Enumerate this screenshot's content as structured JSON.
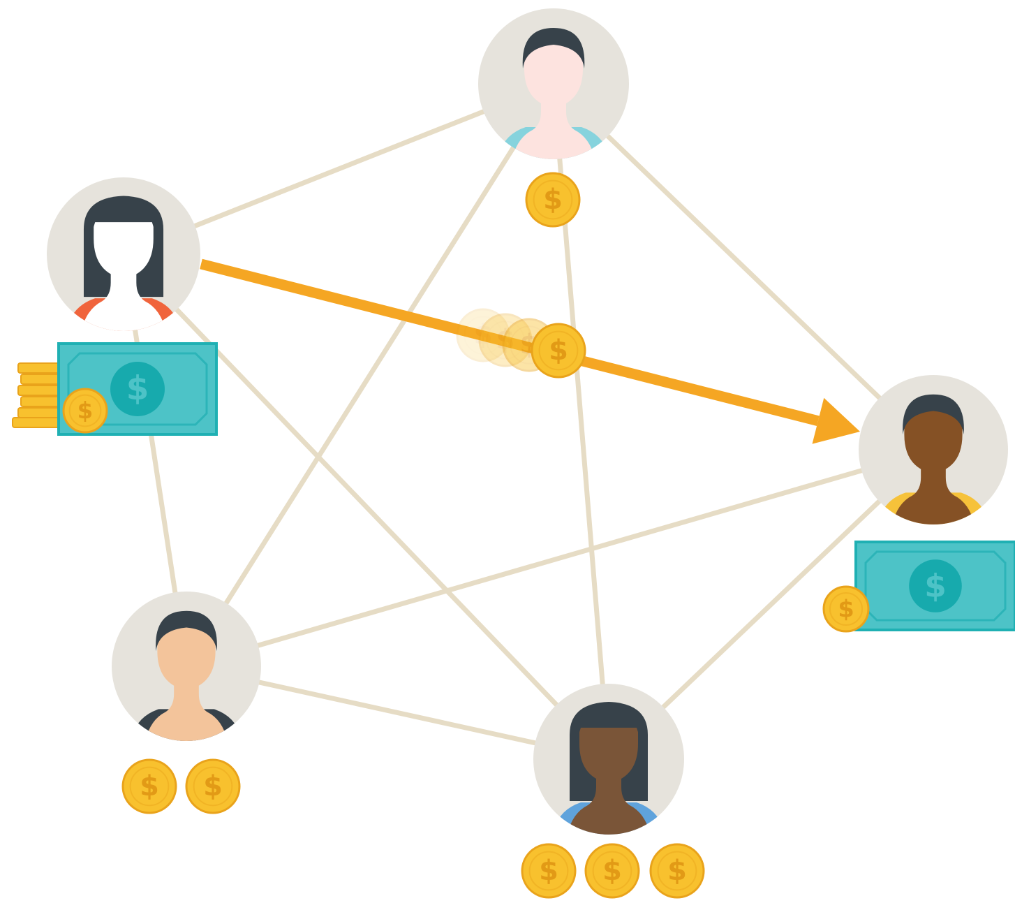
{
  "diagram": {
    "currency_symbol": "$",
    "colors": {
      "background": "#ffffff",
      "edge": "#e6dcc5",
      "arrow": "#f5a623",
      "node_bg": "#e6e3dc",
      "hair": "#37424a",
      "coin": "#f8c12e",
      "coin_rim": "#e9a31b",
      "coin_symbol": "#e29a16",
      "bill": "#4dc3c7",
      "bill_dark": "#17aaad",
      "bill_border": "#1fb0b3"
    },
    "people": [
      {
        "id": "top",
        "skin": "#fde3df",
        "shirt": "#86d3dd",
        "hair_style": "short",
        "coins": 1,
        "bill": false
      },
      {
        "id": "left",
        "skin": "#ffffff",
        "shirt": "#f0643c",
        "hair_style": "long",
        "coins": 5,
        "bill": true
      },
      {
        "id": "right",
        "skin": "#855125",
        "shirt": "#f6c23a",
        "hair_style": "short",
        "coins": 1,
        "bill": true
      },
      {
        "id": "bottom-left",
        "skin": "#f3c49b",
        "shirt": "#37424a",
        "hair_style": "short",
        "coins": 2,
        "bill": false
      },
      {
        "id": "bottom",
        "skin": "#7a5538",
        "shirt": "#5fa3dc",
        "hair_style": "long",
        "coins": 3,
        "bill": false
      }
    ],
    "connections": [
      [
        "top",
        "left"
      ],
      [
        "top",
        "right"
      ],
      [
        "top",
        "bottom-left"
      ],
      [
        "top",
        "bottom"
      ],
      [
        "left",
        "bottom-left"
      ],
      [
        "left",
        "bottom"
      ],
      [
        "right",
        "bottom-left"
      ],
      [
        "right",
        "bottom"
      ],
      [
        "bottom-left",
        "bottom"
      ]
    ],
    "transfer": {
      "from": "left",
      "to": "right",
      "label": "$"
    }
  }
}
